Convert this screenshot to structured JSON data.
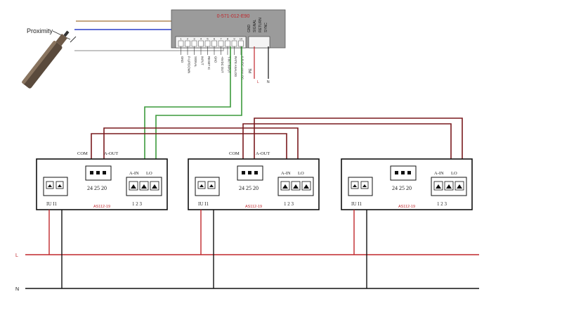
{
  "sensor": {
    "label": "Proximity"
  },
  "controller": {
    "model": "0-571-012-E90",
    "top_terminals": [
      "1",
      "2",
      "3",
      "4",
      "5",
      "6"
    ],
    "bottom_terminals": [
      "7",
      "8",
      "9",
      "10"
    ],
    "right_labels": [
      "GND",
      "SIGNAL",
      "RETURN",
      "SYNC"
    ],
    "pin_labels": [
      "GND",
      "P-UP/DOWN",
      "SIGNAL",
      "INPUT",
      "RESET IC",
      "GND",
      "+5VDC OUT",
      "T-INT INPUT",
      "RATE ANALOG",
      "0-5VDC ANALOG"
    ],
    "power_labels": [
      "PE",
      "L",
      "N"
    ]
  },
  "modules": [
    {
      "model": "AS112-19",
      "power_label": "IU  I1",
      "out_terminals": "24 25 20",
      "in_terminals": "1  2  3",
      "com_label": "COM",
      "aout_label": "A-OUT",
      "ain_label": "A-IN",
      "lo_label": "LO"
    },
    {
      "model": "AS112-19",
      "power_label": "IU  I1",
      "out_terminals": "24 25 20",
      "in_terminals": "1  2  3",
      "com_label": "COM",
      "aout_label": "A-OUT",
      "ain_label": "A-IN",
      "lo_label": "LO"
    },
    {
      "model": "AS112-19",
      "power_label": "IU  I1",
      "out_terminals": "24 25 20",
      "in_terminals": "1  2  3",
      "com_label": "",
      "aout_label": "",
      "ain_label": "A-IN",
      "lo_label": "LO"
    }
  ],
  "bus": {
    "line_label": "L",
    "neutral_label": "N"
  },
  "colors": {
    "red": "#c0262b",
    "dark_red": "#7a1a1e",
    "green": "#3c9a3c",
    "blue": "#2a3fc8",
    "tan": "#b08a5a"
  }
}
